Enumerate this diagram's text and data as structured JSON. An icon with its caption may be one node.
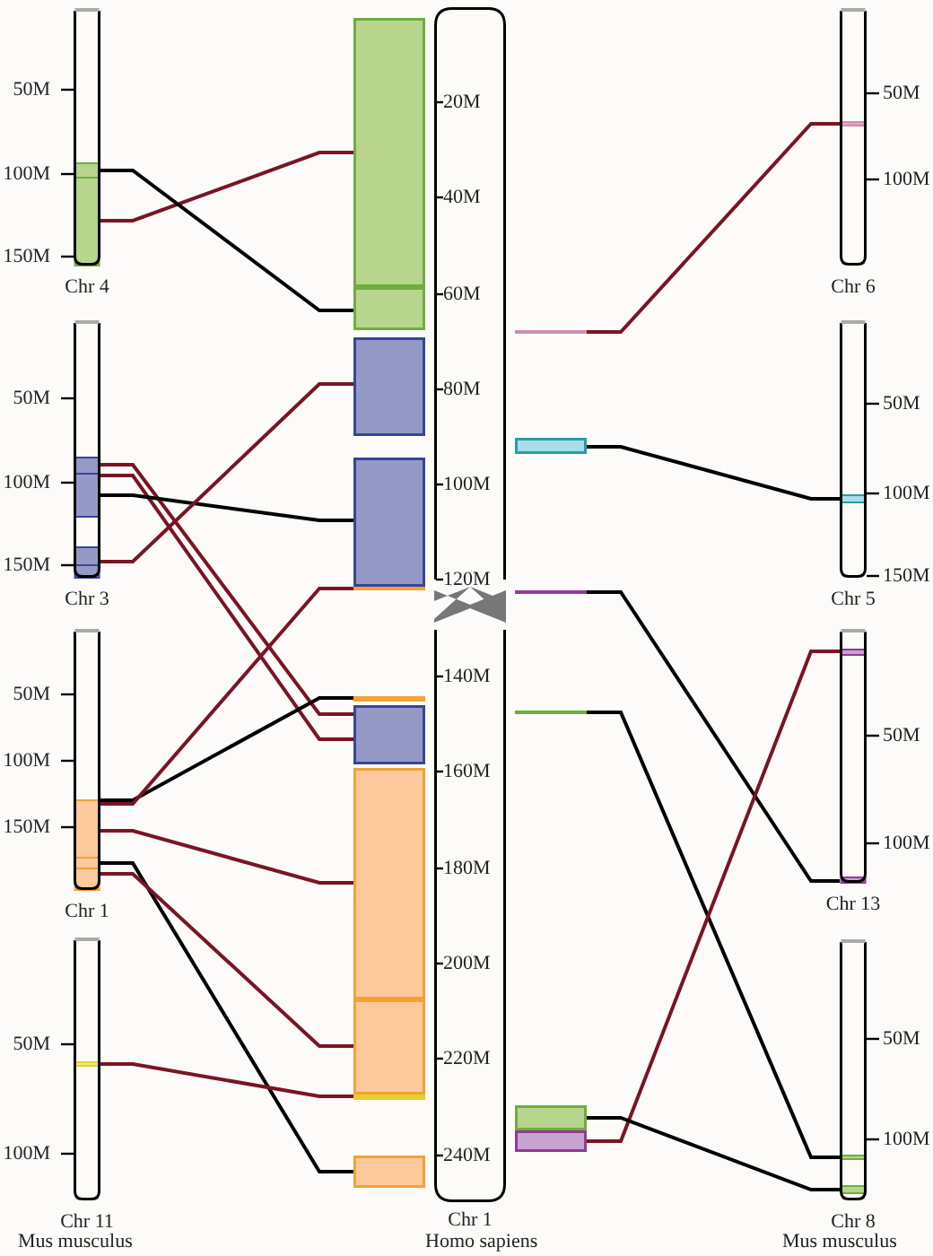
{
  "diagram": {
    "nodes": [
      {
        "text": [
          "Chr 4"
        ],
        "beside": [
          "50M",
          "100M",
          "150M"
        ]
      },
      {
        "text": [
          "Chr 3"
        ],
        "beside": [
          "50M",
          "100M",
          "150M"
        ]
      },
      {
        "text": [
          "Chr 1"
        ],
        "beside": [
          "50M",
          "100M",
          "150M"
        ]
      },
      {
        "text": [
          "Chr 11"
        ],
        "beside": [
          "50M",
          "100M"
        ]
      },
      {
        "text": [
          "20M",
          "40M",
          "60M",
          "80M",
          "100M",
          "120M",
          "140M",
          "160M",
          "180M",
          "200M",
          "220M",
          "240M",
          "Chr 1"
        ]
      },
      {
        "text": [
          "Chr 6"
        ],
        "beside": [
          "50M",
          "100M"
        ]
      },
      {
        "text": [
          "Chr 5"
        ],
        "beside": [
          "50M",
          "100M",
          "150M"
        ]
      },
      {
        "text": [
          "Chr 13"
        ],
        "beside": [
          "50M",
          "100M"
        ]
      },
      {
        "text": [
          "Chr 8"
        ],
        "beside": [
          "50M",
          "100M"
        ]
      },
      {
        "text": [],
        "shape": "bar"
      },
      {
        "text": [],
        "shape": "bar"
      },
      {
        "text": [],
        "shape": "bar"
      },
      {
        "text": [],
        "shape": "bar"
      },
      {
        "text": [],
        "shape": "bar"
      },
      {
        "text": [],
        "shape": "bar"
      },
      {
        "text": [],
        "shape": "bar"
      },
      {
        "text": [],
        "shape": "bar"
      },
      {
        "text": [],
        "shape": "bar"
      },
      {
        "text": [],
        "shape": "bar"
      },
      {
        "text": [],
        "shape": "bar"
      },
      {
        "text": [],
        "shape": "bar"
      },
      {
        "text": [],
        "shape": "bar"
      },
      {
        "text": [],
        "shape": "bar"
      },
      {
        "text": [],
        "shape": "bar"
      },
      {
        "text": [],
        "shape": "bar"
      },
      {
        "text": [],
        "shape": "bar"
      }
    ],
    "edges": [
      {
        "from": 0,
        "to": 9,
        "arrow": "none"
      },
      {
        "from": 0,
        "to": 10,
        "arrow": "none",
        "color": "#000000"
      },
      {
        "from": 1,
        "to": 15,
        "arrow": "none"
      },
      {
        "from": 1,
        "to": 15,
        "arrow": "none"
      },
      {
        "from": 1,
        "to": 12,
        "arrow": "none",
        "color": "#000000"
      },
      {
        "from": 1,
        "to": 11,
        "arrow": "none"
      },
      {
        "from": 2,
        "to": 14,
        "arrow": "none",
        "color": "#000000"
      },
      {
        "from": 2,
        "to": 13,
        "arrow": "none"
      },
      {
        "from": 2,
        "to": 16,
        "arrow": "none"
      },
      {
        "from": 2,
        "to": 19,
        "arrow": "none",
        "color": "#000000"
      },
      {
        "from": 2,
        "to": 17,
        "arrow": "none"
      },
      {
        "from": 3,
        "to": 18,
        "arrow": "none"
      },
      {
        "from": 5,
        "to": 20,
        "arrow": "none"
      },
      {
        "from": 6,
        "to": 21,
        "arrow": "none",
        "color": "#000000"
      },
      {
        "from": 7,
        "to": 22,
        "arrow": "none",
        "color": "#000000"
      },
      {
        "from": 8,
        "to": 23,
        "arrow": "none",
        "color": "#000000"
      },
      {
        "from": 7,
        "to": 25,
        "arrow": "none"
      },
      {
        "from": 8,
        "to": 24,
        "arrow": "none",
        "color": "#000000"
      }
    ],
    "labels": [
      "Mus musculus",
      "Homo sapiens",
      "Mus musculus"
    ]
  }
}
